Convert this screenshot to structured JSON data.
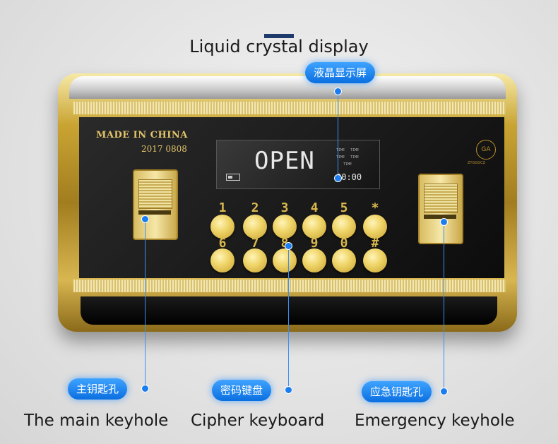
{
  "heading": "Liquid crystal display",
  "callouts": {
    "lcd_cn": "液晶显示屏",
    "main_cn": "主钥匙孔",
    "cipher_cn": "密码键盘",
    "emergency_cn": "应急钥匙孔"
  },
  "captions": {
    "main": "The main keyhole",
    "cipher": "Cipher keyboard",
    "emergency": "Emergency keyhole"
  },
  "safe": {
    "made_in": "MADE IN CHINA",
    "date": "2017 0808",
    "badge": "GA",
    "badge_sub": "ZYGGGCZ",
    "display": "OPEN",
    "time": "00:00",
    "mini_label": "TIME",
    "keys_top": [
      "1",
      "2",
      "3",
      "4",
      "5",
      "*"
    ],
    "keys_bottom": [
      "6",
      "7",
      "8",
      "9",
      "0",
      "#"
    ]
  },
  "colors": {
    "accent": "#0a6fe0",
    "gold": "#d9b84d"
  }
}
